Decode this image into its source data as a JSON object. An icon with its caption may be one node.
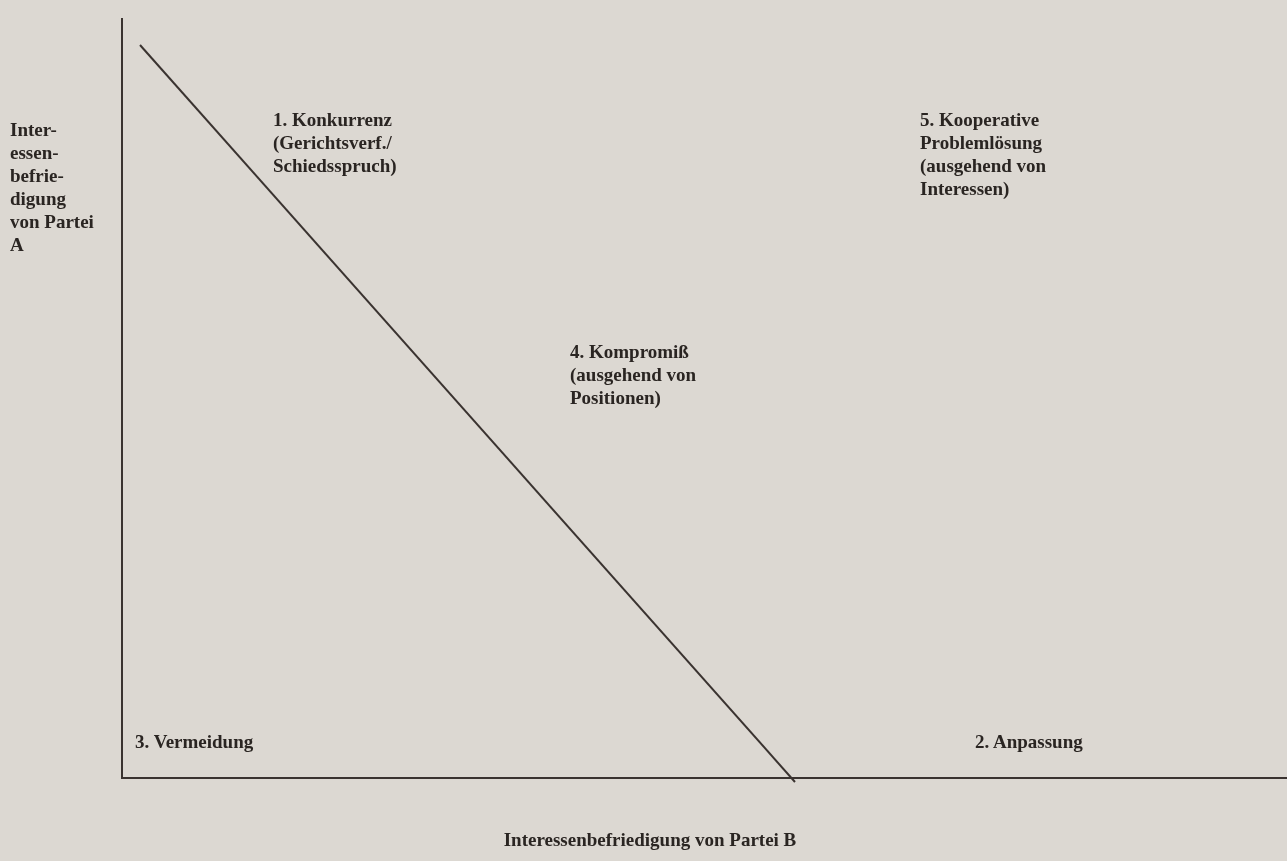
{
  "diagram": {
    "labels": [
      "Inter- essen- befrie- digung von Partei A",
      "1. Konkurrenz (Gerichtsverf./ Schiedsspruch)",
      "5. Kooperative Problemlösung (ausgehend von Interessen)",
      "4. Kompromiß (ausgehend von Positionen)",
      "3. Vermeidung",
      "2. Anpassung",
      "Interessenbefriedigung von Partei B"
    ]
  }
}
